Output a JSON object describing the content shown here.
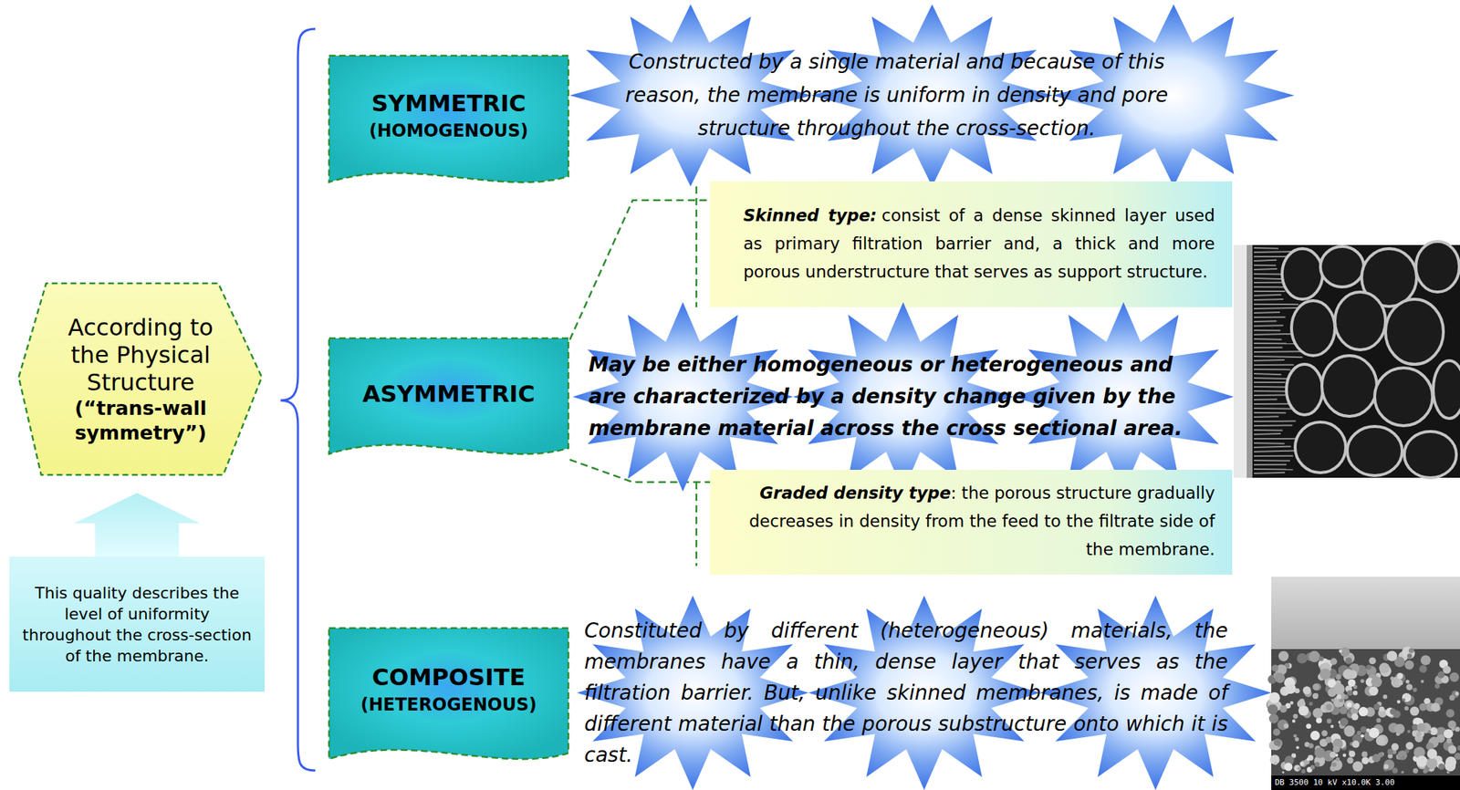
{
  "diagram": {
    "nodes": [
      {
        "text": [
          "According to the Physical Structure",
          "(“trans-wall symmetry”)"
        ]
      },
      {
        "text": [
          "This quality describes the level of uniformity throughout the cross-section of the membrane."
        ]
      },
      {
        "text": [
          "SYMMETRIC",
          "(HOMOGENOUS)"
        ]
      },
      {
        "text": [
          "Constructed by a single material and because of this reason, the membrane is uniform in density and pore structure throughout the cross-section."
        ]
      },
      {
        "text": [
          "Skinned type:",
          "consist of a dense skinned layer used as primary filtration barrier and, a thick and more porous understructure that serves as support structure."
        ]
      },
      {
        "text": [
          "ASYMMETRIC"
        ]
      },
      {
        "text": [
          "May be either homogeneous or heterogeneous and are characterized by a density change given by the membrane material across the cross sectional area."
        ]
      },
      {
        "text": [
          "Graded density type",
          ": the porous structure gradually decreases in density from the feed to the filtrate side of the membrane."
        ]
      },
      {
        "text": [
          "COMPOSITE",
          "(HETEROGENOUS)"
        ]
      },
      {
        "text": [
          "Constituted by different (heterogeneous) materials, the membranes have a thin, dense layer that serves as the filtration barrier. But, unlike skinned membranes, is made of different material than the porous substructure onto which it is cast."
        ]
      }
    ],
    "edges": [
      {
        "from": 1,
        "to": 0,
        "arrow": "to"
      },
      {
        "from": 5,
        "to": 4,
        "arrow": "none"
      },
      {
        "from": 5,
        "to": 7,
        "arrow": "none"
      }
    ],
    "labels": [
      "DB 3500 10 kV x10.0K 3.00"
    ]
  }
}
